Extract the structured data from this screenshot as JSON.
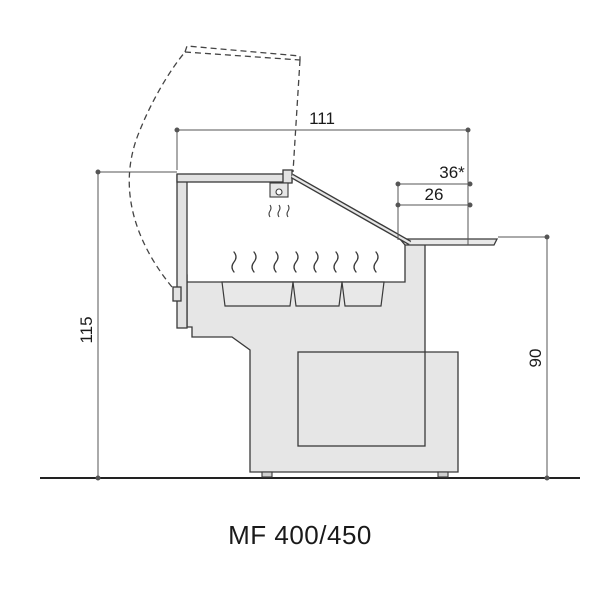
{
  "model_label": "MF 400/450",
  "dimensions": {
    "total_depth": "111",
    "shelf_depth_optional": "36*",
    "shelf_depth": "26",
    "total_height": "115",
    "counter_height": "90"
  },
  "colors": {
    "body_fill": "#e6e6e6",
    "outline": "#3a3a3a",
    "dimension_line": "#555555",
    "floor": "#222222",
    "dashed_open_glass": "#444444"
  }
}
